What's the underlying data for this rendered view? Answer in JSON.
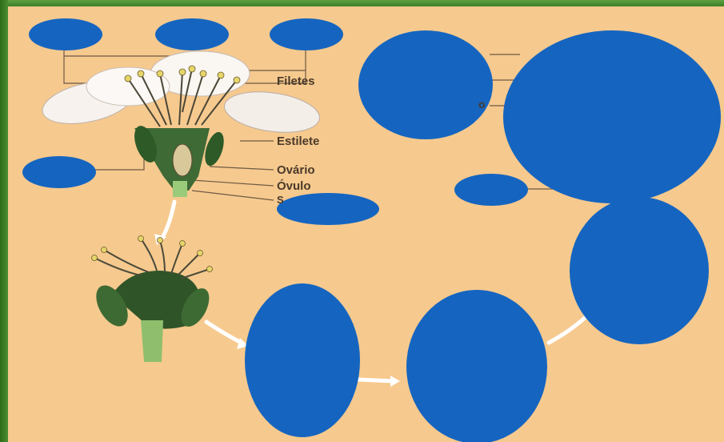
{
  "diagram": {
    "labels": {
      "filetes": "Filetes",
      "estilete": "Estilete",
      "ovario": "Ovário",
      "ovulo": "Óvulo",
      "partial_s": "S",
      "partial_o": "o"
    },
    "colors": {
      "background": "#f6c98e",
      "frame": "#2f6b1e",
      "mask": "#1565c0",
      "arrow": "#ffffff",
      "leader": "#6e5a45"
    }
  }
}
